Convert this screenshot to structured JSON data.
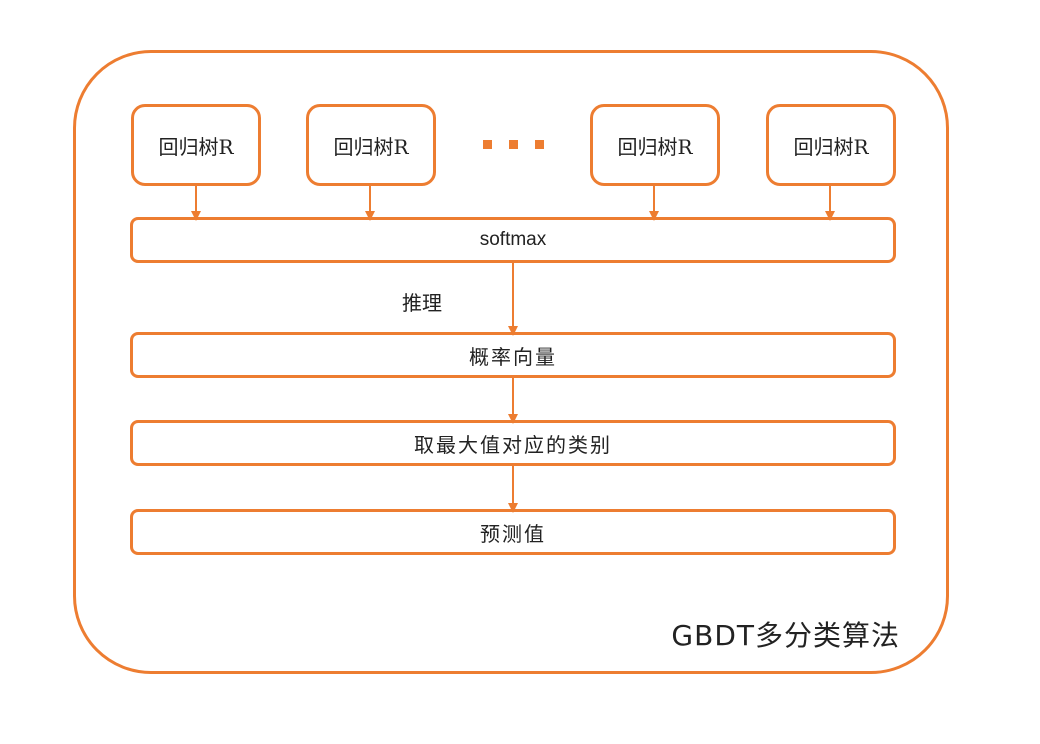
{
  "title": "GBDT多分类算法",
  "trees": [
    "回归树R",
    "回归树R",
    "回归树R",
    "回归树R"
  ],
  "ellipsis": "...",
  "softmax": "softmax",
  "inference_label": "推理",
  "probability_vector": "概率向量",
  "argmax_label": "取最大值对应的类别",
  "prediction": "预测值",
  "colors": {
    "accent": "#ED7D31",
    "text": "#222222",
    "background": "#FFFFFF"
  }
}
